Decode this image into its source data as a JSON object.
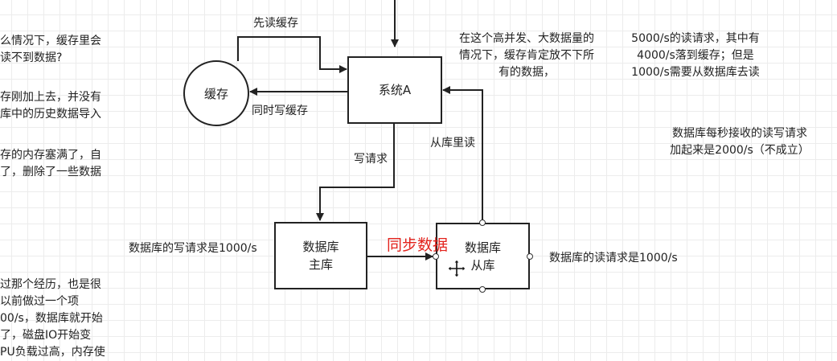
{
  "left_notes": {
    "note1": [
      "么情况下，缓存里会",
      "读不到数据?"
    ],
    "note2": [
      "存刚加上去，并没有",
      "库中的历史数据导入"
    ],
    "note3": [
      "存的内存塞满了，自",
      "了，删除了一些数据"
    ],
    "note4": [
      "过那个经历，也是很",
      "以前做过一个项",
      "00/s，数据库就开始",
      "了，磁盘IO开始变",
      "PU负载过高，内存使"
    ]
  },
  "nodes": {
    "cache": "缓存",
    "system_a": "系统A",
    "db_master": [
      "数据库",
      "主库"
    ],
    "db_slave": [
      "数据库",
      "从库"
    ]
  },
  "edges": {
    "read_cache_first": "先读缓存",
    "write_cache_too": "同时写缓存",
    "write_request": "写请求",
    "read_from_slave": "从库里读",
    "sync_data": "同步数据"
  },
  "annotations": {
    "high_concurrency": [
      "在这个高并发、大数据量的",
      "情况下，缓存肯定放不下所",
      "有的数据，"
    ],
    "read_requests": [
      "5000/s的读请求，其中有",
      "4000/s落到缓存；但是",
      "1000/s需要从数据库去读"
    ],
    "db_total": [
      "数据库每秒接收的读写请求",
      "加起来是2000/s（不成立）"
    ],
    "master_write_rate": "数据库的写请求是1000/s",
    "slave_read_rate": "数据库的读请求是1000/s"
  },
  "colors": {
    "sync_label": "#e3221c",
    "stroke": "#222222"
  }
}
